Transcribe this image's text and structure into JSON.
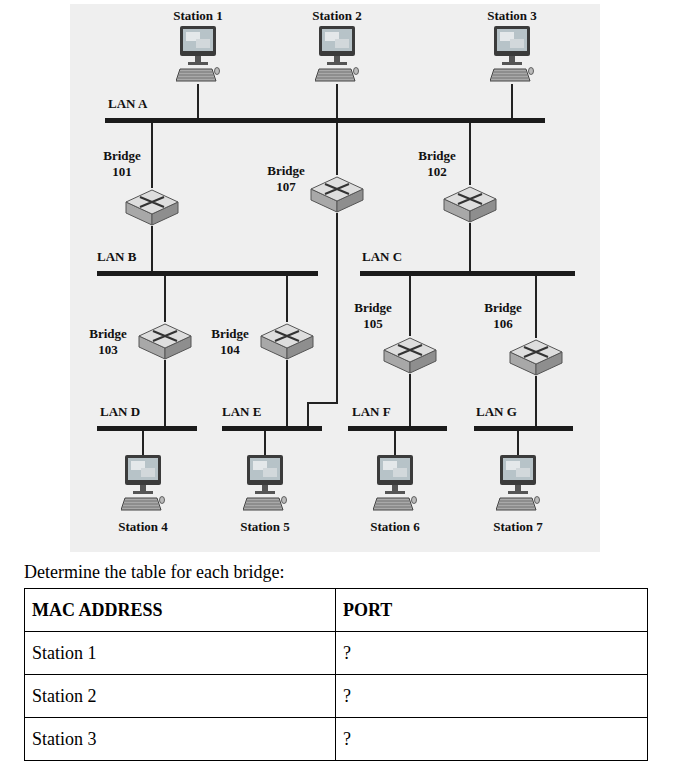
{
  "diagram": {
    "nodes": [
      {
        "text": [
          "Station 1"
        ]
      },
      {
        "text": [
          "Station 2"
        ]
      },
      {
        "text": [
          "Station 3"
        ]
      },
      {
        "text": [
          "LAN A"
        ]
      },
      {
        "text": [
          "Bridge 101"
        ]
      },
      {
        "text": [
          "Bridge 107"
        ]
      },
      {
        "text": [
          "Bridge 102"
        ]
      },
      {
        "text": [
          "LAN B"
        ]
      },
      {
        "text": [
          "LAN C"
        ]
      },
      {
        "text": [
          "Bridge 103"
        ]
      },
      {
        "text": [
          "Bridge 104"
        ]
      },
      {
        "text": [
          "Bridge 105"
        ]
      },
      {
        "text": [
          "Bridge 106"
        ]
      },
      {
        "text": [
          "LAN D"
        ]
      },
      {
        "text": [
          "LAN E"
        ]
      },
      {
        "text": [
          "LAN F"
        ]
      },
      {
        "text": [
          "LAN G"
        ]
      },
      {
        "text": [
          "Station 4"
        ]
      },
      {
        "text": [
          "Station 5"
        ]
      },
      {
        "text": [
          "Station 6"
        ]
      },
      {
        "text": [
          "Station 7"
        ]
      }
    ],
    "edges": [
      {
        "from": 0,
        "to": 3,
        "arrow": "none"
      },
      {
        "from": 1,
        "to": 3,
        "arrow": "none"
      },
      {
        "from": 2,
        "to": 3,
        "arrow": "none"
      },
      {
        "from": 3,
        "to": 4,
        "arrow": "none"
      },
      {
        "from": 3,
        "to": 5,
        "arrow": "none"
      },
      {
        "from": 3,
        "to": 6,
        "arrow": "none"
      },
      {
        "from": 4,
        "to": 7,
        "arrow": "none"
      },
      {
        "from": 6,
        "to": 8,
        "arrow": "none"
      },
      {
        "from": 5,
        "to": 14,
        "arrow": "none"
      },
      {
        "from": 7,
        "to": 9,
        "arrow": "none"
      },
      {
        "from": 7,
        "to": 10,
        "arrow": "none"
      },
      {
        "from": 8,
        "to": 11,
        "arrow": "none"
      },
      {
        "from": 8,
        "to": 12,
        "arrow": "none"
      },
      {
        "from": 9,
        "to": 13,
        "arrow": "none"
      },
      {
        "from": 10,
        "to": 14,
        "arrow": "none"
      },
      {
        "from": 11,
        "to": 15,
        "arrow": "none"
      },
      {
        "from": 12,
        "to": 16,
        "arrow": "none"
      },
      {
        "from": 13,
        "to": 17,
        "arrow": "none"
      },
      {
        "from": 14,
        "to": 18,
        "arrow": "none"
      },
      {
        "from": 15,
        "to": 19,
        "arrow": "none"
      },
      {
        "from": 16,
        "to": 20,
        "arrow": "none"
      }
    ],
    "labels": [
      "Determine the table for each bridge:",
      "MAC ADDRESS",
      "PORT",
      "Station 1",
      "?",
      "Station 2",
      "?",
      "Station 3",
      "?"
    ]
  }
}
